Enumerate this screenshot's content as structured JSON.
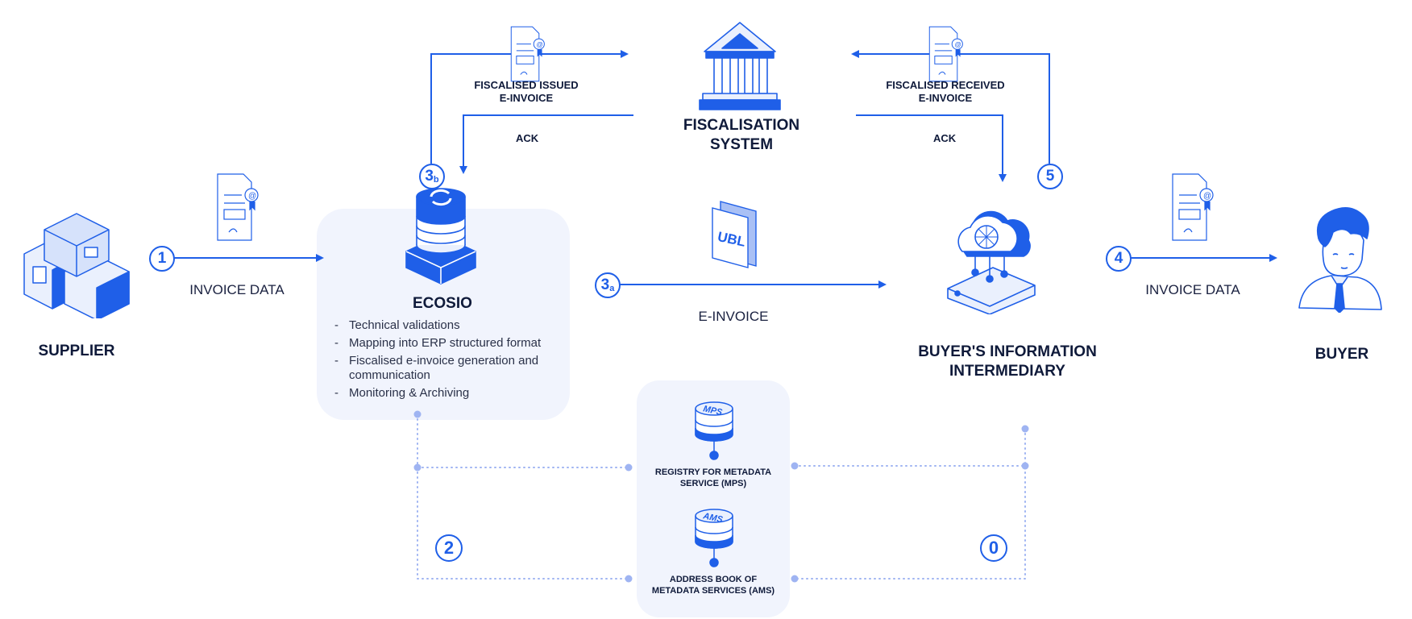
{
  "colors": {
    "accent": "#1f5fe8",
    "panel": "#f1f4fd",
    "text": "#0f1a3a",
    "dotted": "#9fb4f2"
  },
  "nodes": {
    "supplier": {
      "label": "SUPPLIER",
      "icon": "boxes-icon"
    },
    "ecosio": {
      "title": "ECOSIO",
      "icon": "server-sync-icon",
      "features": [
        "Technical validations",
        "Mapping into ERP structured format",
        "Fiscalised e-invoice generation and communication",
        "Monitoring & Archiving"
      ]
    },
    "fiscalisation": {
      "line1": "FISCALISATION",
      "line2": "SYSTEM",
      "icon": "government-building-icon"
    },
    "intermediary": {
      "line1": "BUYER'S INFORMATION",
      "line2": "INTERMEDIARY",
      "icon": "cloud-network-icon"
    },
    "buyer": {
      "label": "BUYER",
      "icon": "person-icon"
    },
    "mps": {
      "line1": "REGISTRY FOR METADATA",
      "line2": "SERVICE (MPS)",
      "disk_label": "MPS"
    },
    "ams": {
      "line1": "ADDRESS BOOK OF",
      "line2": "METADATA SERVICES (AMS)",
      "disk_label": "AMS"
    }
  },
  "flows": {
    "step1": {
      "number": "1",
      "label": "INVOICE DATA"
    },
    "step3a": {
      "number": "3",
      "sub": "a",
      "label": "E-INVOICE",
      "format": "UBL"
    },
    "step3b": {
      "number": "3",
      "sub": "b",
      "line1": "FISCALISED ISSUED",
      "line2": "E-INVOICE",
      "ack": "ACK"
    },
    "step4": {
      "number": "4",
      "label": "INVOICE DATA"
    },
    "step5": {
      "number": "5",
      "line1": "FISCALISED RECEIVED",
      "line2": "E-INVOICE",
      "ack": "ACK"
    },
    "step2": {
      "number": "2"
    },
    "step0": {
      "number": "0"
    }
  }
}
